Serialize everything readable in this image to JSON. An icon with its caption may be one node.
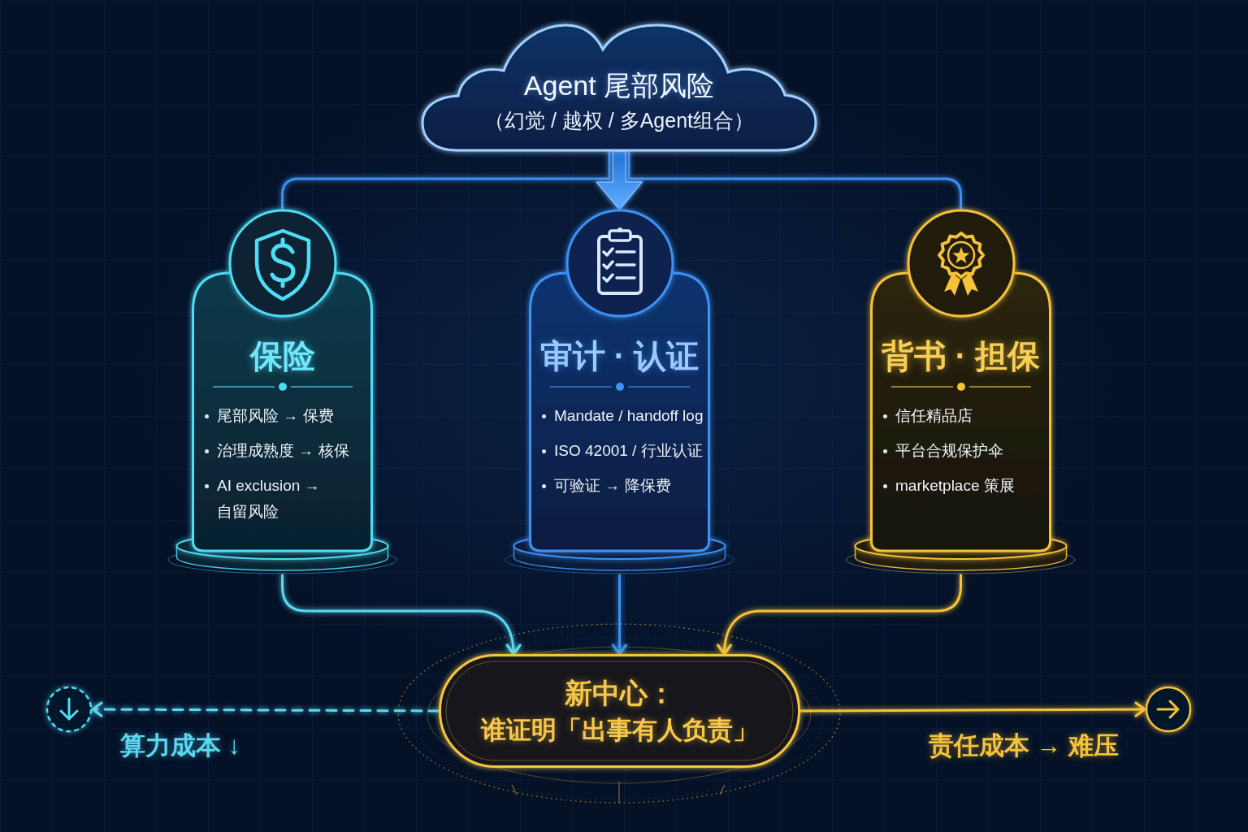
{
  "diagram": {
    "nodes": [
      {
        "text": [
          "Agent 尾部风险",
          "（幻觉 / 越权 / 多Agent组合）"
        ]
      },
      {
        "text": [
          "保险",
          "尾部风险 → 保费",
          "治理成熟度 → 核保",
          "AI exclusion → 自留风险"
        ]
      },
      {
        "text": [
          "审计 · 认证",
          "Mandate / handoff log",
          "ISO 42001 / 行业认证",
          "可验证 → 降保费"
        ]
      },
      {
        "text": [
          "背书 · 担保",
          "信任精品店",
          "平台合规保护伞",
          "marketplace 策展"
        ]
      },
      {
        "text": [
          "新中心：",
          "谁证明「出事有人负责」"
        ]
      },
      {
        "text": [],
        "shape": "circle"
      },
      {
        "text": [],
        "shape": "circle"
      }
    ],
    "edges": [
      {
        "from": 0,
        "to": 1,
        "arrow": "none"
      },
      {
        "from": 0,
        "to": 2,
        "arrow": "to",
        "style": "thick"
      },
      {
        "from": 0,
        "to": 3,
        "arrow": "none"
      },
      {
        "from": 1,
        "to": 4,
        "arrow": "to",
        "color": "#5ad8f2"
      },
      {
        "from": 2,
        "to": 4,
        "arrow": "to"
      },
      {
        "from": 3,
        "to": 4,
        "arrow": "to",
        "color": "#f5c23a"
      },
      {
        "from": 4,
        "to": 5,
        "arrow": "to",
        "style": "dashed",
        "color": "#5ad8f2",
        "label": "算力成本 ↓"
      },
      {
        "from": 4,
        "to": 6,
        "arrow": "to",
        "color": "#f5c23a",
        "label": "责任成本 → 难压"
      }
    ]
  }
}
